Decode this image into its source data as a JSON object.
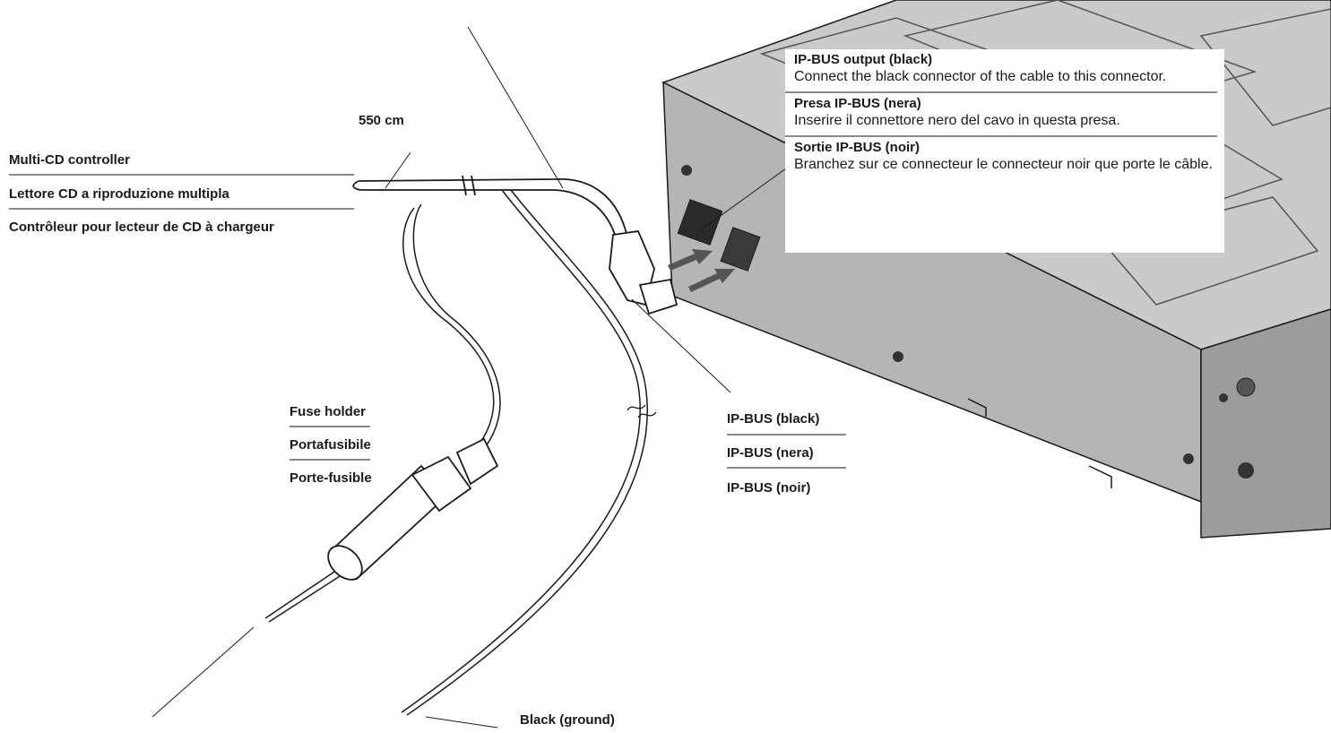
{
  "labels": {
    "length": "550 cm",
    "controller": [
      "Multi-CD controller",
      "Lettore CD a riproduzione multipla",
      "Contrôleur pour lecteur de CD à chargeur"
    ],
    "fuse_holder": [
      "Fuse holder",
      "Portafusibile",
      "Porte-fusible"
    ],
    "ipbus_plug": [
      "IP-BUS (black)",
      "IP-BUS (nera)",
      "IP-BUS (noir)"
    ],
    "ground": "Black (ground)"
  },
  "callout": [
    {
      "heading": "IP-BUS output (black)",
      "text": "Connect the black connector of the cable to this connector."
    },
    {
      "heading": "Presa IP-BUS (nera)",
      "text": "Inserire il connettore nero del cavo in questa presa."
    },
    {
      "heading": "Sortie IP-BUS (noir)",
      "text": "Branchez sur ce connecteur le connecteur noir que porte le câble."
    }
  ],
  "colors": {
    "line": "#1a1a1a",
    "unit_top": "#c9c9c9",
    "unit_front": "#b3b3b3",
    "unit_side": "#9a9a9a",
    "rule": "#8a8a8a"
  }
}
